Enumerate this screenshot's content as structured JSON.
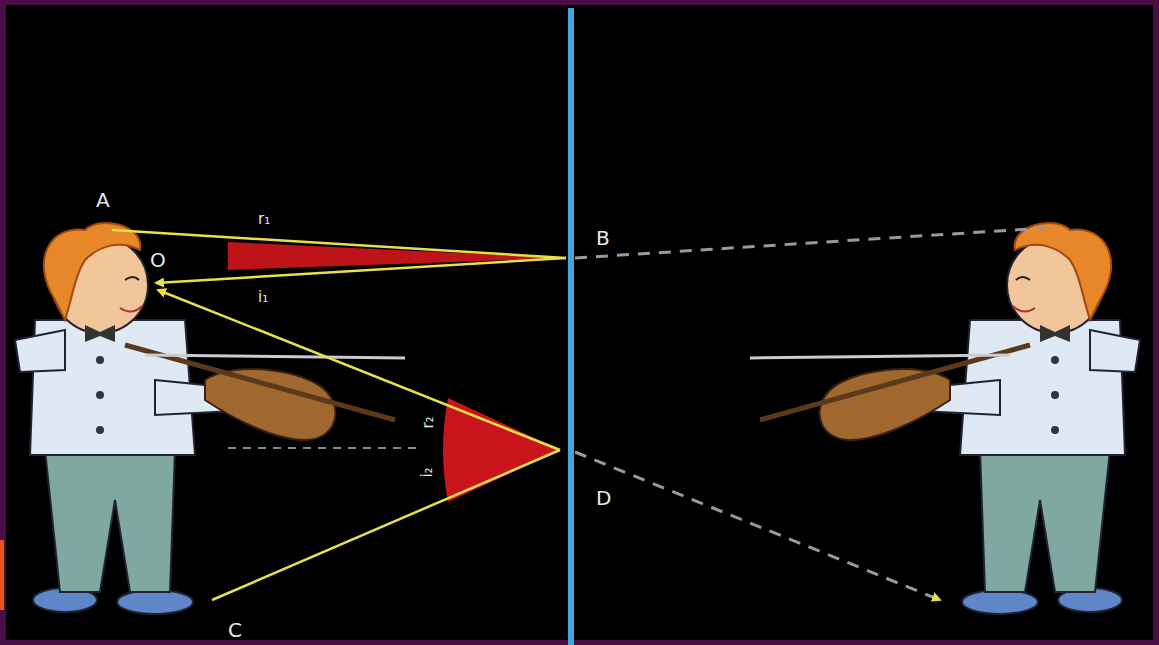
{
  "diagram": {
    "labels": [
      "A",
      "O",
      "r₁",
      "i₁",
      "B",
      "r₂",
      "i₂",
      "C",
      "D"
    ]
  }
}
